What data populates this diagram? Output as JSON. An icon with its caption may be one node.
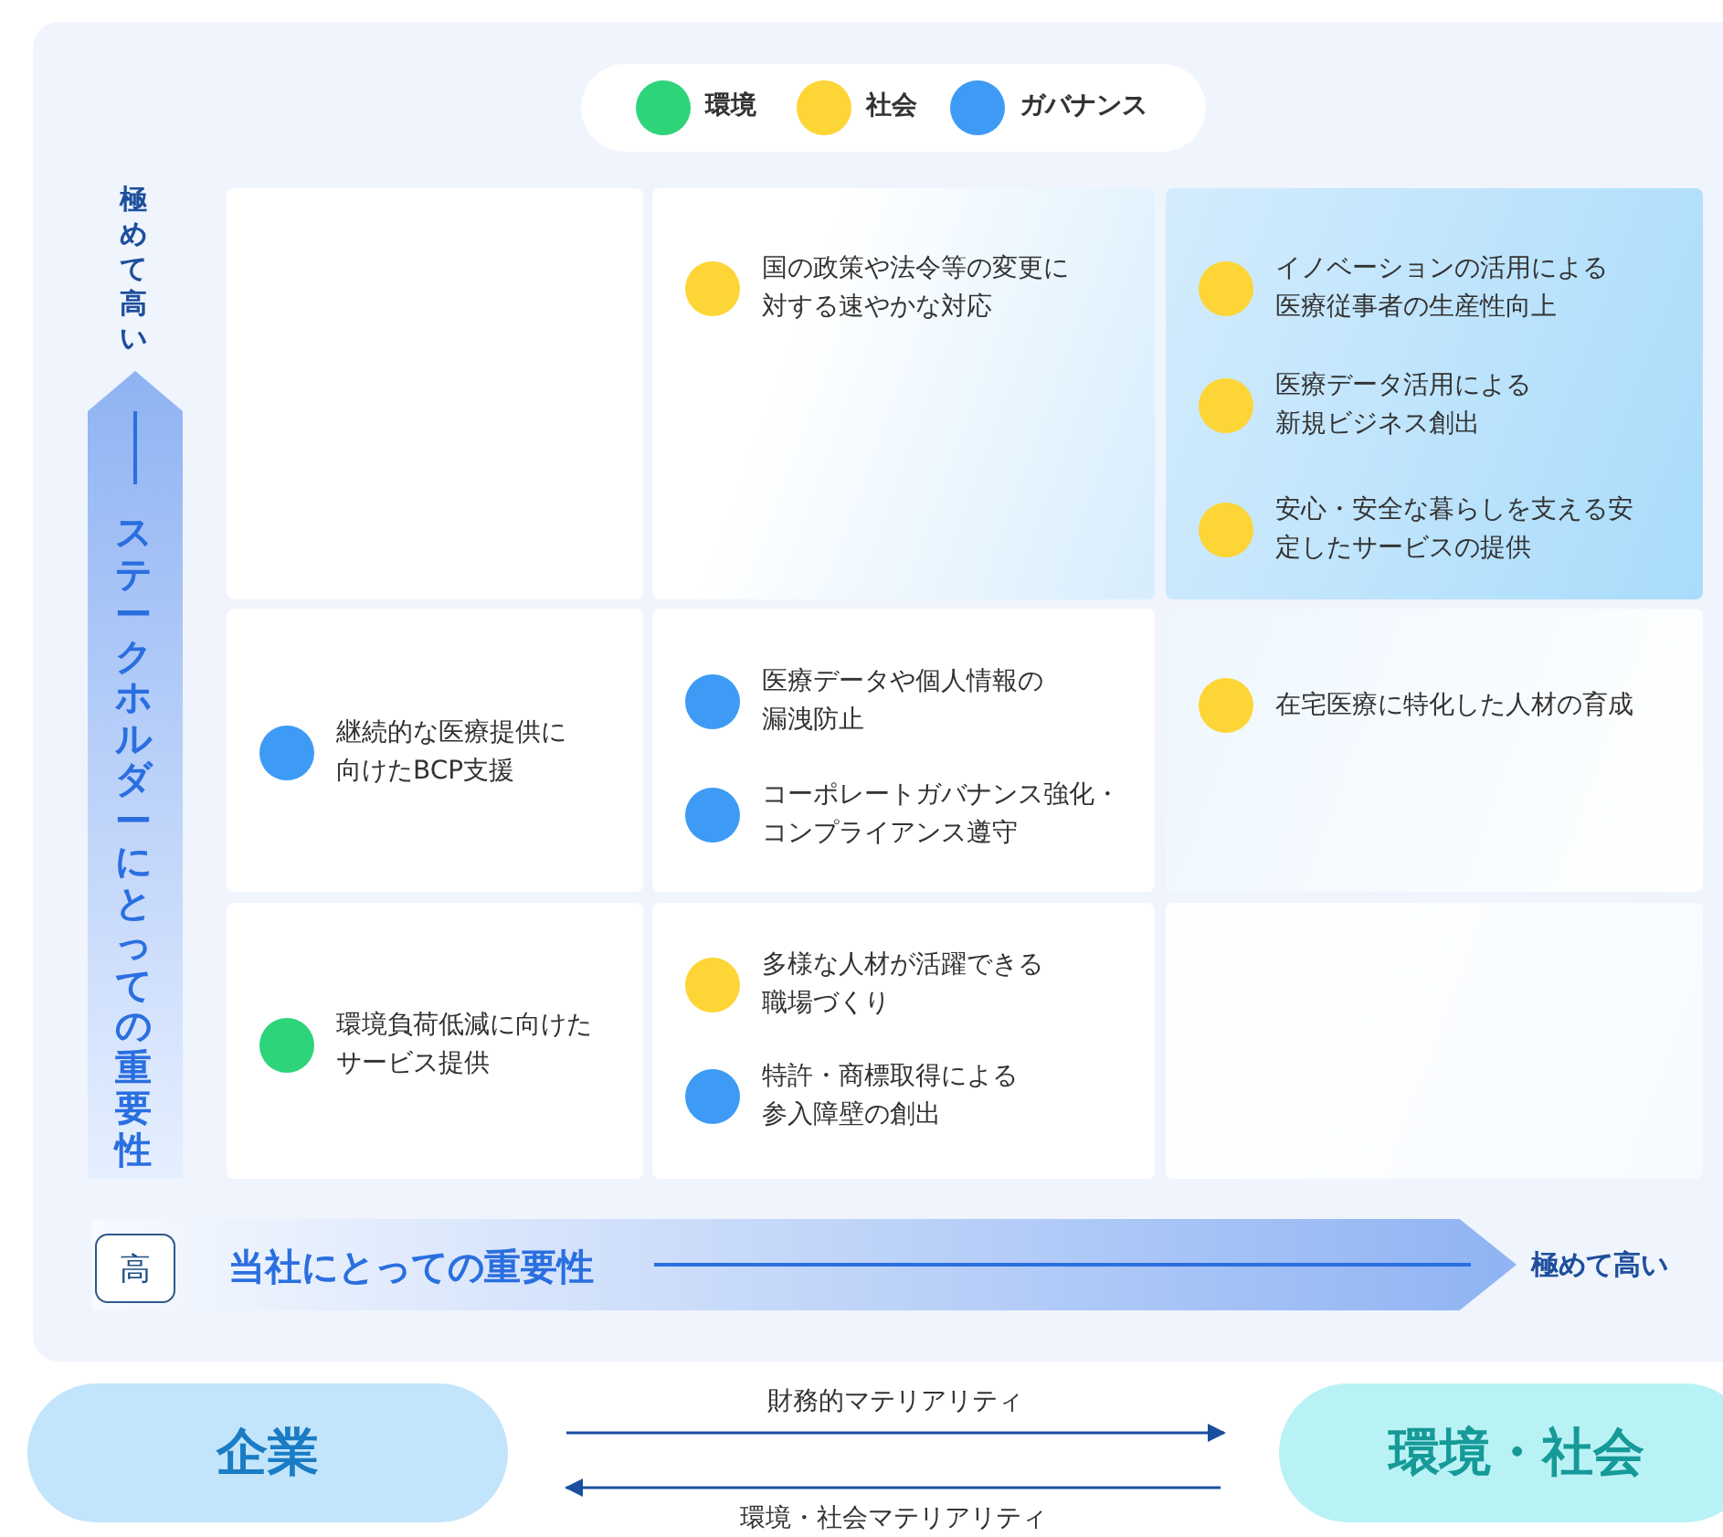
{
  "diagram": {
    "nodes": [
      {
        "text": [],
        "shape": "box"
      },
      {
        "text": [],
        "shape": "box"
      },
      {
        "text": [
          "国の政策や法令等の変更に対する速やかな対応"
        ],
        "in": 1
      },
      {
        "text": [],
        "shape": "box"
      },
      {
        "text": [
          "イノベーションの活用による医療従事者の生産性向上"
        ],
        "in": 3
      },
      {
        "text": [
          "医療データ活用による新規ビジネス創出"
        ],
        "in": 3
      },
      {
        "text": [
          "安心・安全な暮らしを支える安定したサービスの提供"
        ],
        "in": 3
      },
      {
        "text": [],
        "shape": "box"
      },
      {
        "text": [
          "継続的な医療提供に向けたBCP支援"
        ],
        "in": 7
      },
      {
        "text": [],
        "shape": "box"
      },
      {
        "text": [
          "医療データや個人情報の漏洩防止"
        ],
        "in": 9
      },
      {
        "text": [
          "コーポレートガバナンス強化・コンプライアンス遵守"
        ],
        "in": 9
      },
      {
        "text": [],
        "shape": "box"
      },
      {
        "text": [
          "在宅医療に特化した人材の育成"
        ],
        "in": 12
      },
      {
        "text": [],
        "shape": "box"
      },
      {
        "text": [
          "環境負荷低減に向けたサービス提供"
        ],
        "in": 14
      },
      {
        "text": [],
        "shape": "box"
      },
      {
        "text": [
          "多様な人材が活躍できる職場づくり"
        ],
        "in": 16
      },
      {
        "text": [
          "特許・商標取得による参入障壁の創出"
        ],
        "in": 16
      },
      {
        "text": [],
        "shape": "box"
      },
      {
        "text": [
          "企業"
        ]
      },
      {
        "text": [
          "環境・社会"
        ]
      },
      {
        "text": [
          "高"
        ]
      }
    ],
    "edges": [
      {
        "from": 20,
        "to": 21,
        "arrow": "to",
        "label": "財務的マテリアリティ"
      },
      {
        "from": 21,
        "to": 20,
        "arrow": "to",
        "label": "環境・社会マテリアリティ"
      }
    ],
    "labels": [
      "極めて高い",
      "ステークホルダーにとっての重要性",
      "当社にとっての重要性",
      "極めて高い"
    ],
    "legend": [
      {
        "text": "環境",
        "color": "#2ed47a"
      },
      {
        "text": "社会",
        "color": "#fdd536"
      },
      {
        "text": "ガバナンス",
        "color": "#3d9bf5"
      }
    ]
  }
}
